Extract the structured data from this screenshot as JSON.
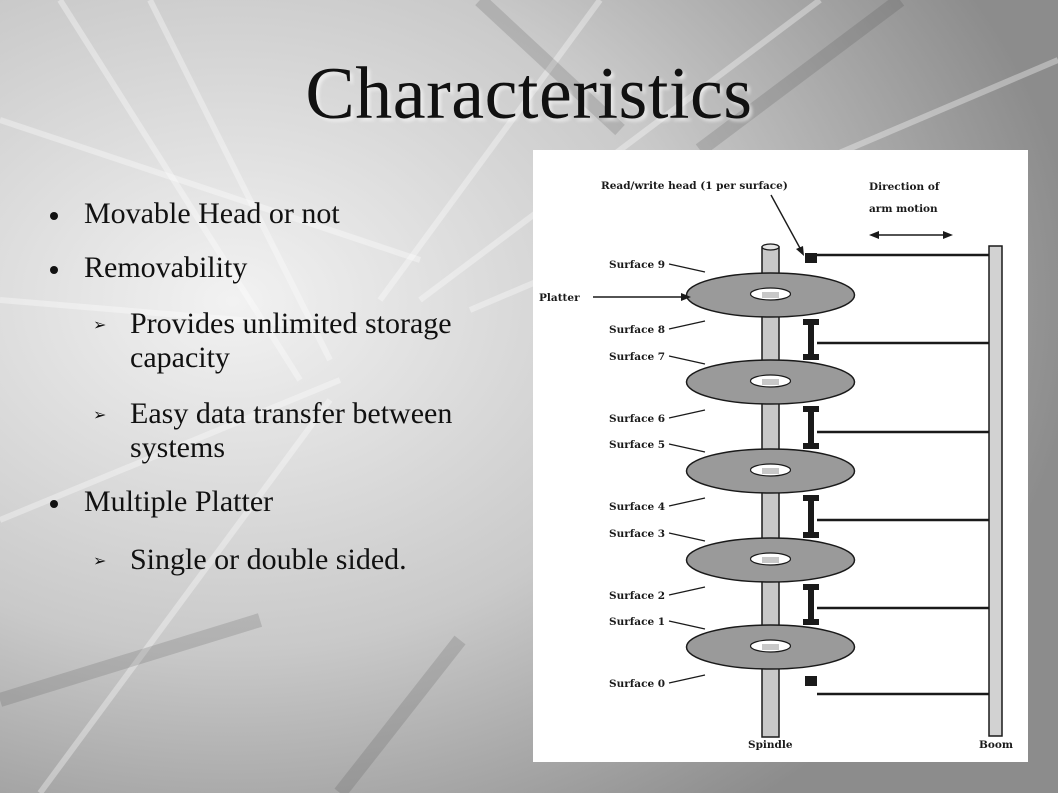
{
  "slide": {
    "title": "Characteristics",
    "bullets": [
      {
        "text": "Movable Head or not"
      },
      {
        "text": "Removability"
      },
      {
        "text": "Provides unlimited storage capacity"
      },
      {
        "text": "Easy data transfer between systems"
      },
      {
        "text": "Multiple Platter"
      },
      {
        "text": "Single or double sided."
      }
    ]
  },
  "diagram": {
    "rw_head_label": "Read/write head (1 per surface)",
    "direction_label_1": "Direction of",
    "direction_label_2": "arm motion",
    "platter_label": "Platter",
    "spindle_label": "Spindle",
    "boom_label": "Boom",
    "surfaces": [
      "Surface 9",
      "Surface 8",
      "Surface 7",
      "Surface 6",
      "Surface 5",
      "Surface 4",
      "Surface 3",
      "Surface 2",
      "Surface 1",
      "Surface 0"
    ]
  }
}
